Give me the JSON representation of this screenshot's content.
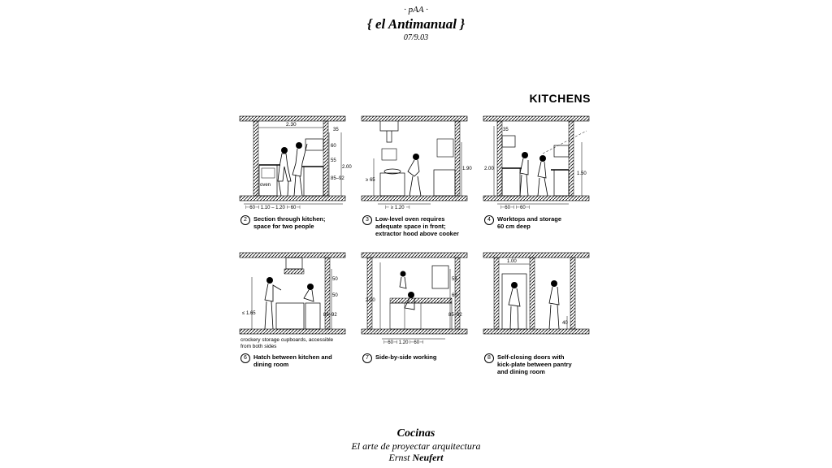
{
  "header": {
    "org": "· pAA ·",
    "title": "{ el Antimanual }",
    "date": "07/9.03"
  },
  "plate": {
    "heading": "KITCHENS",
    "panels": [
      {
        "number": "2",
        "caption": [
          "Section through kitchen;",
          "space for two people"
        ],
        "labels": {
          "top_width": "2.30",
          "top_right": "35",
          "h1": "60",
          "h2": "55",
          "h3": "85–92",
          "total": "2.00",
          "oven": "oven"
        },
        "bottom_dims": "⊢60⊣ 1.10 – 1.20 ⊢60⊣"
      },
      {
        "number": "3",
        "caption": [
          "Low-level oven requires",
          "adequate space in front;",
          "extractor hood above cooker"
        ],
        "labels": {
          "left": "≥ 65",
          "right": "1.90"
        },
        "bottom_dims": "⊢ ≥ 1.20 ⊣"
      },
      {
        "number": "4",
        "caption": [
          "Worktops and storage",
          "60 cm deep"
        ],
        "labels": {
          "top": "35",
          "left": "2.00",
          "right": "1.50"
        },
        "bottom_dims": "⊢60⊣   ⊢60⊣"
      },
      {
        "number": "6",
        "caption": [
          "Hatch between kitchen and",
          "dining room"
        ],
        "note": [
          "crockery storage cupboards, accessible",
          "from both sides"
        ],
        "labels": {
          "left": "≤ 1.65",
          "r1": "50",
          "r2": "50",
          "r3": "85–92"
        },
        "bottom_dims": ""
      },
      {
        "number": "7",
        "caption": [
          "Side-by-side working"
        ],
        "labels": {
          "left": "2.00",
          "r1": "55",
          "r2": "60",
          "r3": "85–92"
        },
        "bottom_dims": "⊢60⊣ 1.20 ⊢60⊣"
      },
      {
        "number": "8",
        "caption": [
          "Self-closing doors with",
          "kick-plate between pantry",
          "and dining room"
        ],
        "labels": {
          "top": "1.00",
          "right": "40"
        },
        "bottom_dims": ""
      }
    ]
  },
  "footer": {
    "title": "Cocinas",
    "subtitle": "El arte de proyectar arquitectura",
    "author_first": "Ernst ",
    "author_last": "Neufert"
  }
}
